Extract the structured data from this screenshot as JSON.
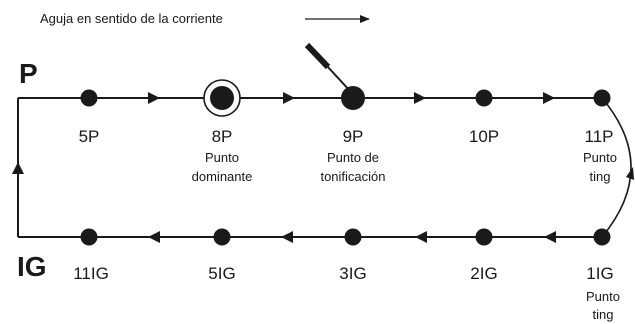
{
  "note": "Aguja en sentido de la corriente",
  "channels": {
    "top": "P",
    "bottom": "IG"
  },
  "top_points": [
    {
      "code": "5P",
      "desc": []
    },
    {
      "code": "8P",
      "desc": [
        "Punto",
        "dominante"
      ]
    },
    {
      "code": "9P",
      "desc": [
        "Punto de",
        "tonificación"
      ]
    },
    {
      "code": "10P",
      "desc": []
    },
    {
      "code": "11P",
      "desc": [
        "Punto",
        "ting"
      ]
    }
  ],
  "bottom_points": [
    {
      "code": "11IG",
      "desc": []
    },
    {
      "code": "5IG",
      "desc": []
    },
    {
      "code": "3IG",
      "desc": []
    },
    {
      "code": "2IG",
      "desc": []
    },
    {
      "code": "1IG",
      "desc": [
        "Punto",
        "ting"
      ]
    }
  ]
}
